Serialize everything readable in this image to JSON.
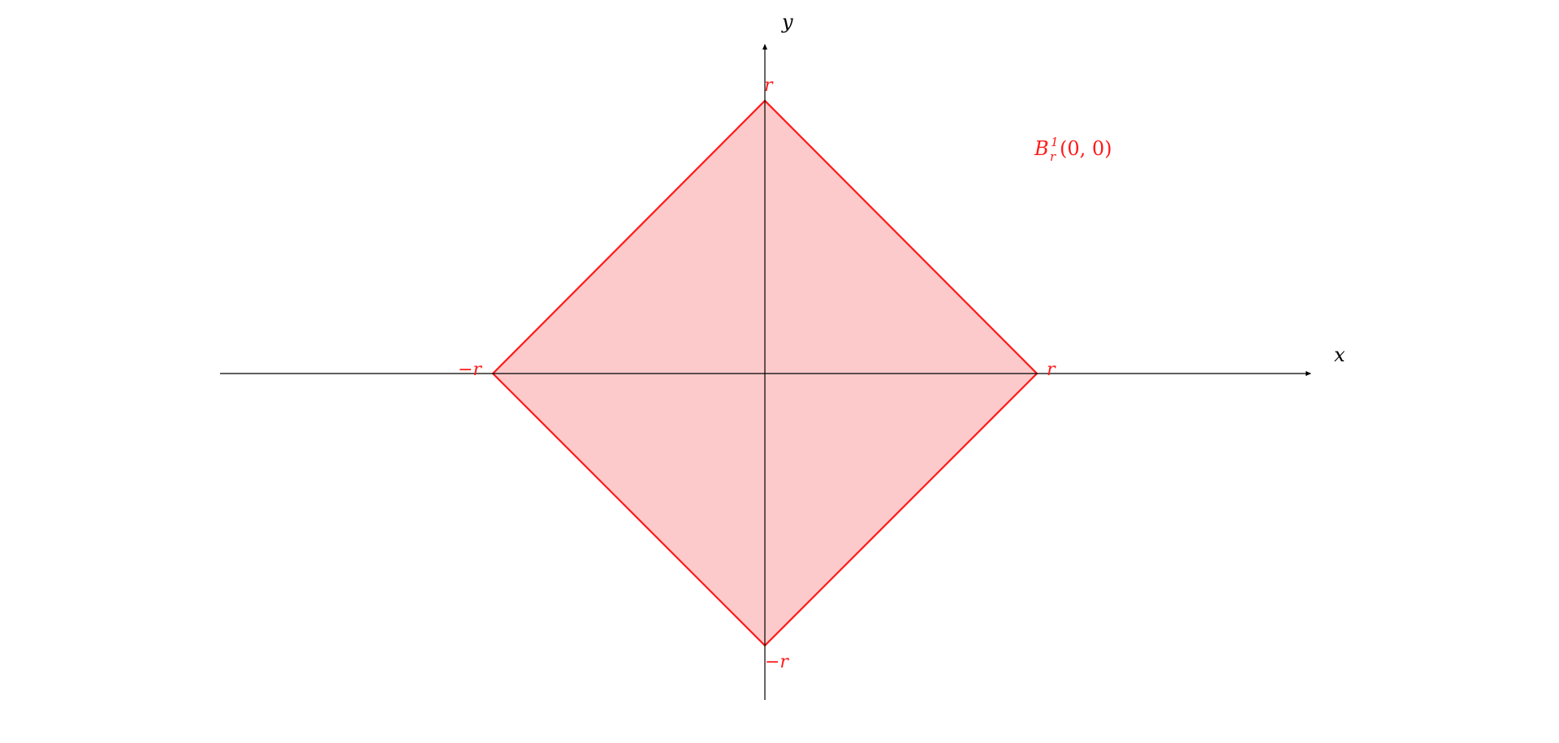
{
  "diagram": {
    "axes": {
      "x_label": "x",
      "y_label": "y"
    },
    "ticks": {
      "x_pos": "r",
      "x_neg": "−r",
      "y_pos": "r",
      "y_neg": "−r"
    },
    "region": {
      "label_main": "B",
      "label_sub": "r",
      "label_sup": "1",
      "label_args": "(0, 0)",
      "fill": "#fccaca",
      "stroke": "#ff1a1a"
    },
    "colors": {
      "axis": "#000000",
      "accent": "#ff1a1a"
    }
  }
}
